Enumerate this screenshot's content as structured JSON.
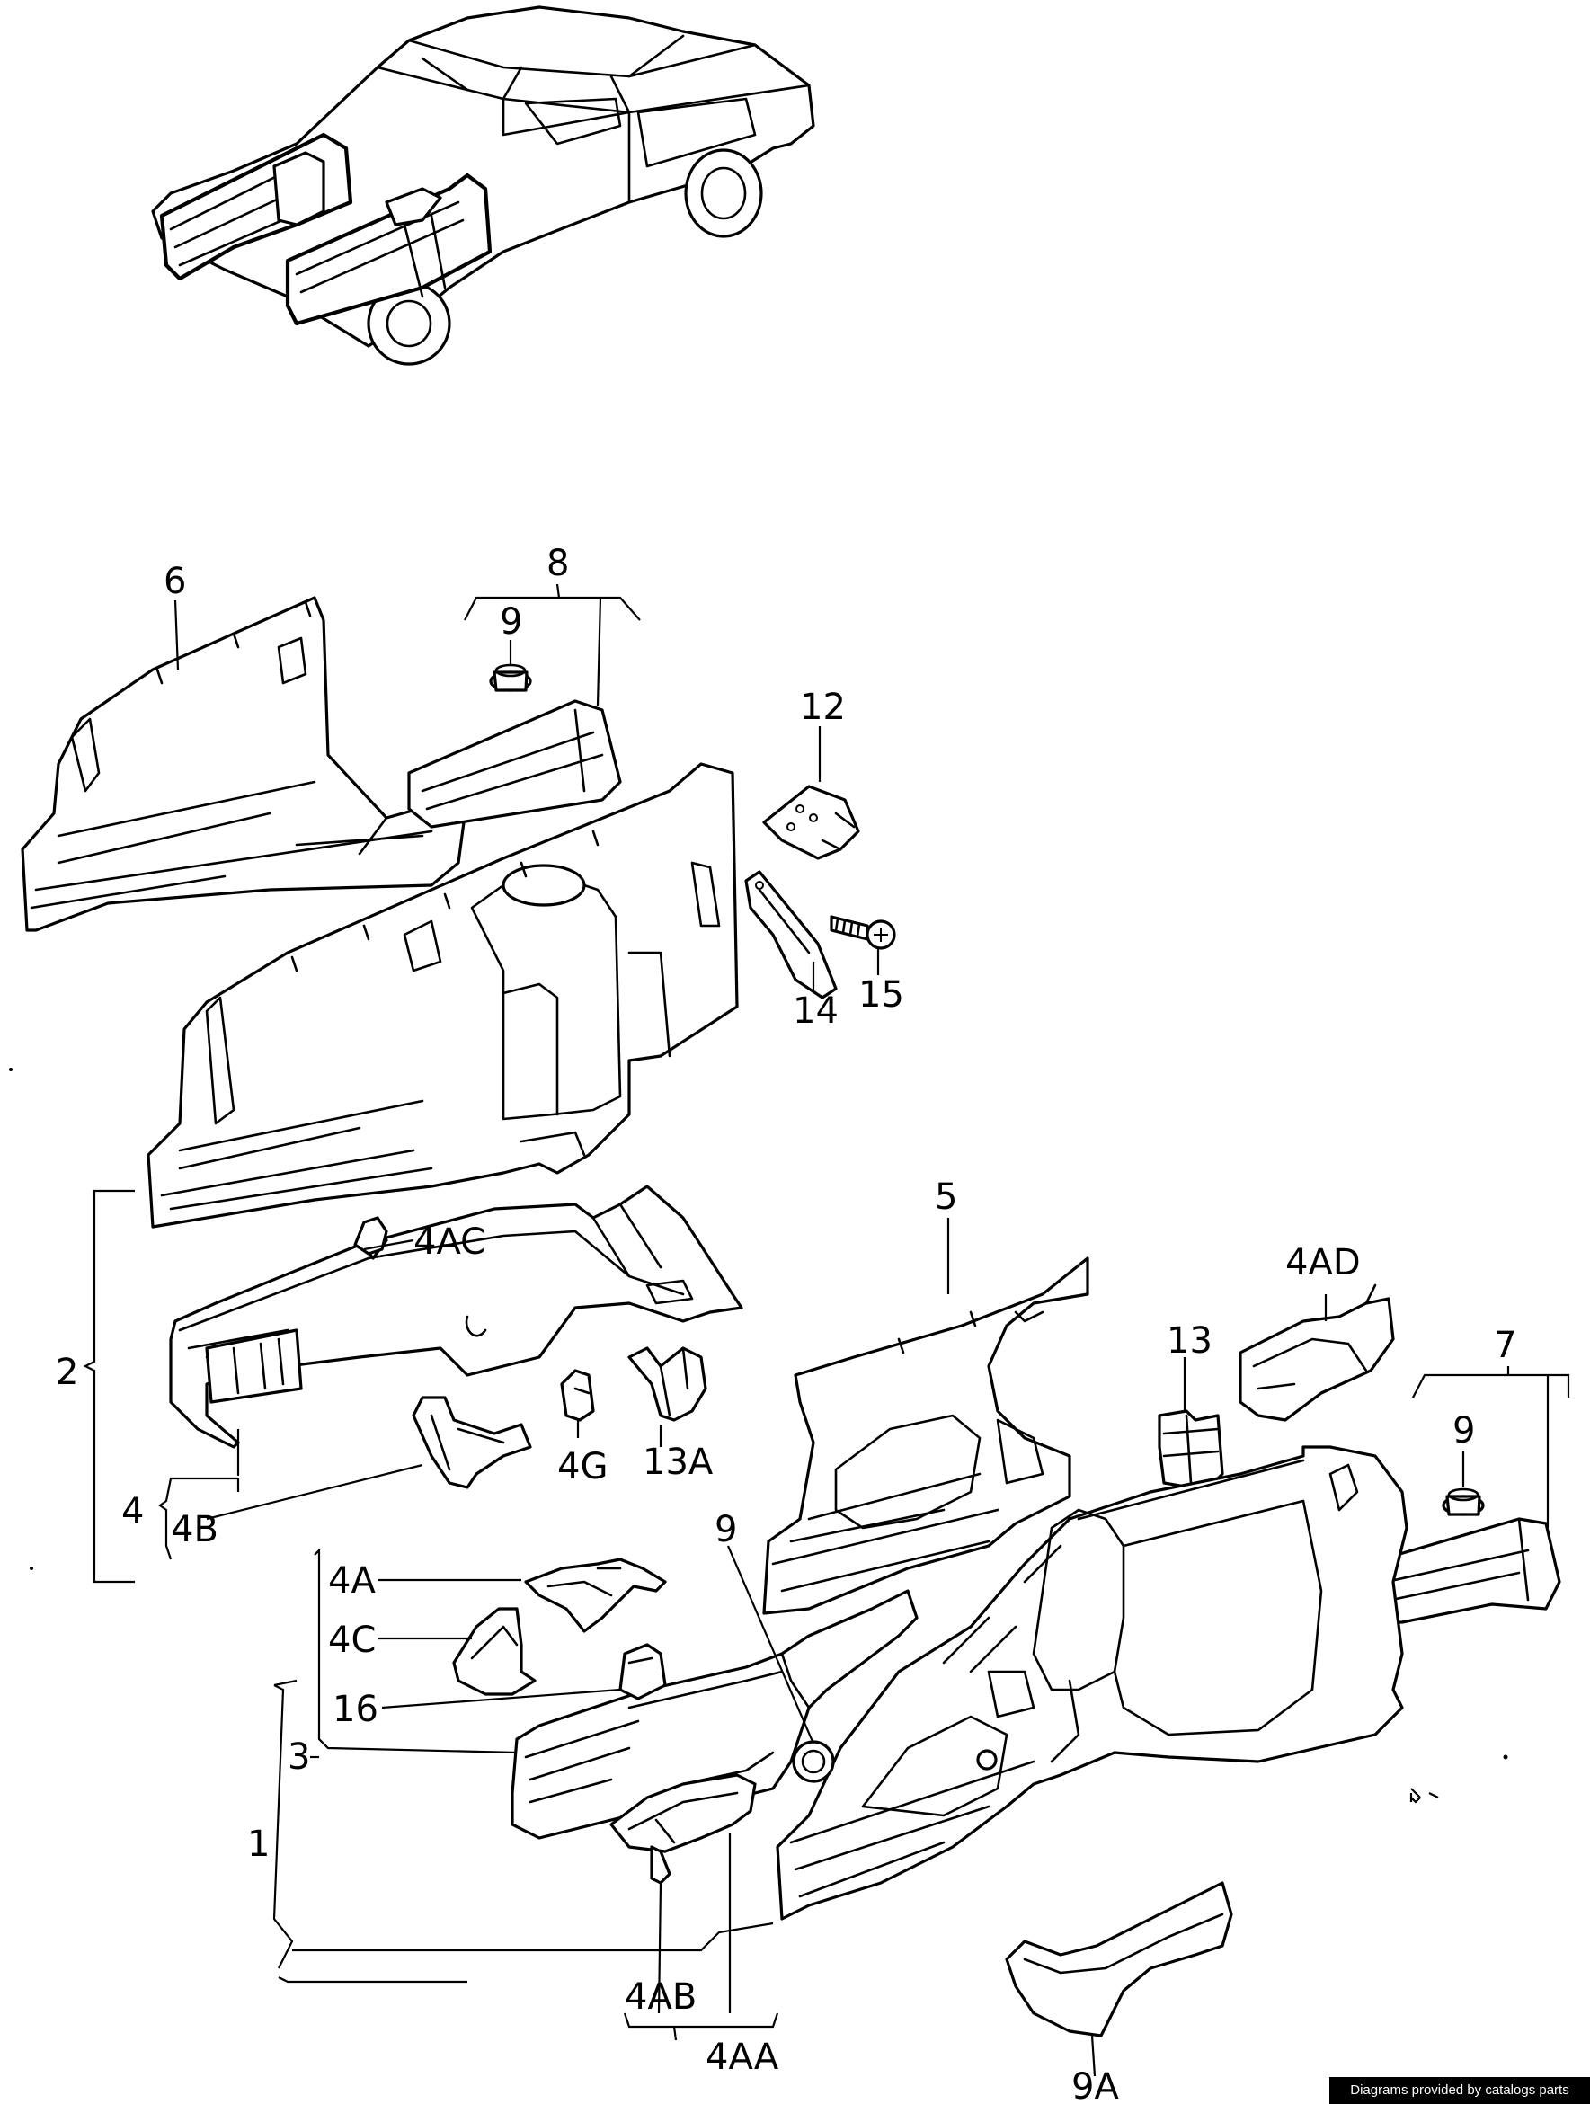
{
  "labels": {
    "l6": "6",
    "l8": "8",
    "l9a": "9",
    "l12": "12",
    "l15": "15",
    "l14": "14",
    "l2": "2",
    "l4ac": "4AC",
    "l5": "5",
    "l4ad": "4AD",
    "l13": "13",
    "l7": "7",
    "l9b": "9",
    "l4": "4",
    "l4b": "4B",
    "l4g": "4G",
    "l13a": "13A",
    "l9c": "9",
    "l4a": "4A",
    "l4c": "4C",
    "l16": "16",
    "l3": "3",
    "l1": "1",
    "l4ab": "4AB",
    "l4aa": "4AA",
    "l9ca": "9A"
  },
  "watermark": "Diagrams provided by catalogs parts"
}
